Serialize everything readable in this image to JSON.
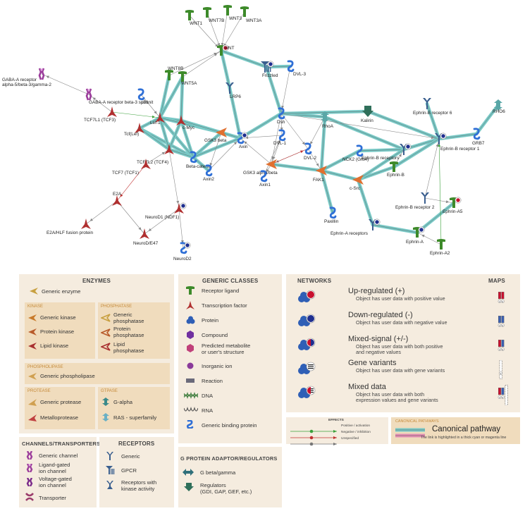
{
  "nodes": [
    {
      "id": "wnt1",
      "label": "WNT1",
      "glyph": "ligand",
      "color": "#3d8a2a"
    },
    {
      "id": "wnt7b",
      "label": "WNT7B",
      "glyph": "ligand",
      "color": "#3d8a2a"
    },
    {
      "id": "wnt3",
      "label": "WNT3",
      "glyph": "ligand",
      "color": "#3d8a2a"
    },
    {
      "id": "wnt3a",
      "label": "WNT3A",
      "glyph": "ligand",
      "color": "#3d8a2a"
    },
    {
      "id": "wnt",
      "label": "WNT",
      "glyph": "ligand",
      "color": "#3d8a2a"
    },
    {
      "id": "wnt8b",
      "label": "WNT8B",
      "glyph": "ligand",
      "color": "#3d8a2a"
    },
    {
      "id": "wnt5a",
      "label": "WNT5A",
      "glyph": "ligand",
      "color": "#3d8a2a"
    },
    {
      "id": "frizzled",
      "label": "Frizzled",
      "glyph": "gpcr",
      "color": "#3a5f8f"
    },
    {
      "id": "dvl3",
      "label": "DVL-3",
      "glyph": "protein",
      "color": "#2f6fd6"
    },
    {
      "id": "lrp6",
      "label": "LRP6",
      "glyph": "receptor",
      "color": "#3a5f8f"
    },
    {
      "id": "gabaa_b3",
      "label": "GABA-A receptor beta-3 subunit",
      "glyph": "channel",
      "color": "#9b3c9b"
    },
    {
      "id": "gabaa_a5",
      "label": "GABA-A receptor\nalpha-5/beta-3/gamma-2",
      "glyph": "channel",
      "color": "#9b3c9b"
    },
    {
      "id": "p21",
      "label": "p21",
      "glyph": "protein",
      "color": "#2f6fd6"
    },
    {
      "id": "tcf7l1",
      "label": "TCF7L1 (TCF3)",
      "glyph": "tf",
      "color": "#b03030"
    },
    {
      "id": "lef1",
      "label": "Lef-1",
      "glyph": "tf",
      "color": "#b03030"
    },
    {
      "id": "cmyc",
      "label": "c-Myc",
      "glyph": "tf",
      "color": "#b03030"
    },
    {
      "id": "tcflef",
      "label": "Tcf(Lef)",
      "glyph": "tf",
      "color": "#b03030"
    },
    {
      "id": "tcf7l2",
      "label": "TCF7L2 (TCF4)",
      "glyph": "tf",
      "color": "#b03030"
    },
    {
      "id": "tcf7",
      "label": "TCF7 (TCF1)",
      "glyph": "tf",
      "color": "#b03030"
    },
    {
      "id": "bcat",
      "label": "Beta-catenin",
      "glyph": "protein",
      "color": "#2f6fd6"
    },
    {
      "id": "gsk3b",
      "label": "GSK3 beta",
      "glyph": "kinase",
      "color": "#e07030"
    },
    {
      "id": "axin",
      "label": "Axin",
      "glyph": "protein",
      "color": "#2f6fd6"
    },
    {
      "id": "axin2",
      "label": "Axin2",
      "glyph": "protein",
      "color": "#2f6fd6"
    },
    {
      "id": "dsh",
      "label": "Dsh",
      "glyph": "protein",
      "color": "#2f6fd6"
    },
    {
      "id": "dvl1",
      "label": "DVL-1",
      "glyph": "protein",
      "color": "#2f6fd6"
    },
    {
      "id": "gsk3ab",
      "label": "GSK3 alpha/beta",
      "glyph": "kinase",
      "color": "#e07030"
    },
    {
      "id": "axin1",
      "label": "Axin1",
      "glyph": "protein",
      "color": "#2f6fd6"
    },
    {
      "id": "dvl2",
      "label": "DVL-2",
      "glyph": "protein",
      "color": "#2f6fd6"
    },
    {
      "id": "rhoa",
      "label": "RhoA",
      "glyph": "rasgtp",
      "color": "#5aa7a7"
    },
    {
      "id": "kalirin",
      "label": "Kalirin",
      "glyph": "regulator",
      "color": "#2f6f5a"
    },
    {
      "id": "rho6",
      "label": "RHO6",
      "glyph": "rasgtp",
      "color": "#5aa7a7"
    },
    {
      "id": "ephb6",
      "label": "Ephrin-B receptor 6",
      "glyph": "receptor",
      "color": "#3a5f8f"
    },
    {
      "id": "ephbrs",
      "label": "Ephrin-B receptors",
      "glyph": "receptor",
      "color": "#3a5f8f"
    },
    {
      "id": "ephb1",
      "label": "Ephrin-B receptor 1",
      "glyph": "receptor",
      "color": "#3a5f8f"
    },
    {
      "id": "grb7",
      "label": "GRB7",
      "glyph": "protein",
      "color": "#2f6fd6"
    },
    {
      "id": "nck2",
      "label": "NCK2 (Grb4)",
      "glyph": "protein",
      "color": "#2f6fd6"
    },
    {
      "id": "fak1",
      "label": "FAK1",
      "glyph": "kinase",
      "color": "#e07030"
    },
    {
      "id": "csrc",
      "label": "c-Src",
      "glyph": "kinase",
      "color": "#e07030"
    },
    {
      "id": "ephrinb",
      "label": "Ephrin-B",
      "glyph": "ligand",
      "color": "#3d8a2a"
    },
    {
      "id": "ephb2",
      "label": "Ephrin-B receptor 2",
      "glyph": "receptor",
      "color": "#3a5f8f"
    },
    {
      "id": "ephrina5",
      "label": "Ephrin-A5",
      "glyph": "ligand",
      "color": "#3d8a2a"
    },
    {
      "id": "paxillin",
      "label": "Paxillin",
      "glyph": "protein",
      "color": "#2f6fd6"
    },
    {
      "id": "epharec",
      "label": "Ephrin-A receptors",
      "glyph": "receptor",
      "color": "#3a5f8f"
    },
    {
      "id": "ephrina",
      "label": "Ephrin-A",
      "glyph": "ligand",
      "color": "#3d8a2a"
    },
    {
      "id": "ephrina2",
      "label": "Ephrin-A2",
      "glyph": "ligand",
      "color": "#3d8a2a"
    },
    {
      "id": "e2a",
      "label": "E2A",
      "glyph": "tf",
      "color": "#b03030"
    },
    {
      "id": "e2ahlf",
      "label": "E2A/HLF fusion protein",
      "glyph": "tf",
      "color": "#b03030"
    },
    {
      "id": "neurod1",
      "label": "NeuroD1 (NDF1)",
      "glyph": "tf",
      "color": "#b03030"
    },
    {
      "id": "neurode47",
      "label": "NeuroD/E47",
      "glyph": "tf",
      "color": "#b03030"
    },
    {
      "id": "neurod2",
      "label": "NeuroD2",
      "glyph": "protein",
      "color": "#2f6fd6"
    }
  ],
  "legend": {
    "enzymes": {
      "title": "ENZYMES",
      "generic_enzyme": "Generic enzyme",
      "kinase_title": "KINASE",
      "kinase_items": [
        "Generic kinase",
        "Protein kinase",
        "Lipid kinase"
      ],
      "phosphatase_title": "PHOSPHATASE",
      "phosphatase_items": [
        "Generic\nphosphatase",
        "Protein\nphosphatase",
        "Lipid\nphosphatase"
      ],
      "phospholipase_title": "PHOSPHOLIPASE",
      "phospholipase_items": [
        "Generic phospholipase"
      ],
      "protease_title": "PROTEASE",
      "protease_items": [
        "Generic protease",
        "Metalloprotease"
      ],
      "gtpase_title": "GTPASE",
      "gtpase_items": [
        "G-alpha",
        "RAS - superfamily"
      ]
    },
    "generic_classes": {
      "title": "GENERIC CLASSES",
      "items": [
        "Receptor ligand",
        "Transcription factor",
        "Protein",
        "Compound",
        "Predicted metabolite\nor user's structure",
        "Inorganic ion",
        "Reaction",
        "DNA",
        "RNA",
        "Generic binding protein"
      ]
    },
    "networks": {
      "title": "NETWORKS",
      "maps_title": "MAPS",
      "rows": [
        {
          "title": "Up-regulated (+)",
          "desc": "Object has user data with positive value"
        },
        {
          "title": "Down-regulated (-)",
          "desc": "Object has user data with negative value"
        },
        {
          "title": "Mixed-signal (+/-)",
          "desc": "Object has user data with both positive\nand negative values"
        },
        {
          "title": "Gene variants",
          "desc": "Object has user data with gene variants"
        },
        {
          "title": "Mixed data",
          "desc": "Object has user data with both\nexpression values and gene variants"
        }
      ]
    },
    "effects": {
      "title": "EFFECTS",
      "items": [
        {
          "label": "Positive / activation",
          "color": "#3aa03a"
        },
        {
          "label": "Negative / inhibition",
          "color": "#c03030"
        },
        {
          "label": "Unspecified",
          "color": "#777777"
        }
      ]
    },
    "canonical": {
      "title": "CANONICAL PATHWAYS",
      "name": "Canonical pathway",
      "desc": "The link is highlighted in a thick cyan or magenta line",
      "cyan": "#79c9c6",
      "magenta": "#e58fb5"
    },
    "channels": {
      "title": "CHANNELS/TRANSPORTERS",
      "items": [
        "Generic channel",
        "Ligand-gated\nion channel",
        "Voltage-gated\nion channel",
        "Transporter"
      ]
    },
    "receptors": {
      "title": "RECEPTORS",
      "items": [
        "Generic",
        "GPCR",
        "Receptors with\nkinase activity"
      ]
    },
    "gprotein": {
      "title": "G PROTEIN ADAPTOR/REGULATORS",
      "items": [
        "G beta/gamma",
        "Regulators\n(GDI, GAP, GEF, etc.)"
      ]
    }
  },
  "colors": {
    "canonical_link": "#79c9c6",
    "activation": "#3aa03a",
    "inhibition": "#c03030",
    "unspecified": "#888888",
    "panel": "#f5ecdf",
    "subpanel": "#f0dcbd"
  }
}
